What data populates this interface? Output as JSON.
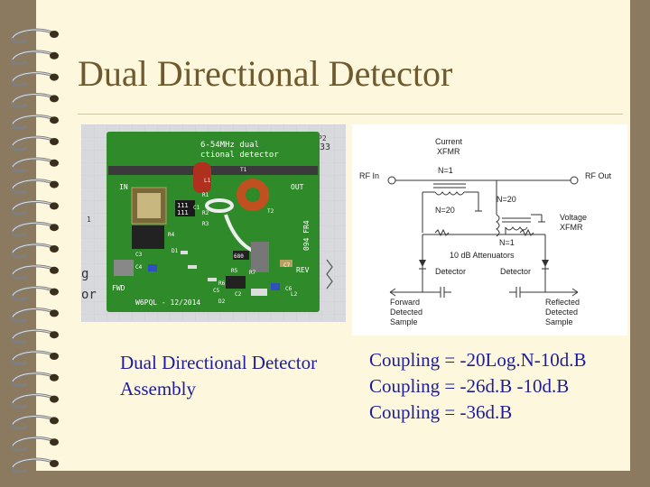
{
  "slide": {
    "title": "Dual Directional Detector"
  },
  "photo": {
    "board_title_line1": "6-54MHz dual",
    "board_title_line2": "ctional detector",
    "label_in": "IN",
    "label_out": "OUT",
    "label_fwd": "FWD",
    "label_rev": "REV",
    "label_author": "W6PQL - 12/2014",
    "label_p2": "P2",
    "label_33": "33",
    "label_part": "094 FR4",
    "chip_marking": "111",
    "component_marking": "680",
    "designators": [
      "C1",
      "R1",
      "R2",
      "R3",
      "R4",
      "D1",
      "C3",
      "C4",
      "L1",
      "R5",
      "R6",
      "R7",
      "C5",
      "C7",
      "D2",
      "L2",
      "C2",
      "C6",
      "T1",
      "T2"
    ],
    "background_text": [
      "g",
      "or",
      "1"
    ]
  },
  "schematic": {
    "current_xfmr_line1": "Current",
    "current_xfmr_line2": "XFMR",
    "rf_in": "RF In",
    "rf_out": "RF Out",
    "n1_top": "N=1",
    "n20_left": "N=20",
    "n20_right": "N=20",
    "voltage_xfmr_line1": "Voltage",
    "voltage_xfmr_line2": "XFMR",
    "n1_bottom": "N=1",
    "attenuators": "10 dB Attenuators",
    "detector_left": "Detector",
    "detector_right": "Detector",
    "forward_line1": "Forward",
    "forward_line2": "Detected",
    "forward_line3": "Sample",
    "reflected_line1": "Reflected",
    "reflected_line2": "Detected",
    "reflected_line3": "Sample"
  },
  "caption": {
    "line1": "Dual Directional Detector",
    "line2": "Assembly"
  },
  "coupling": {
    "line1": "Coupling = -20Log.N-10d.B",
    "line2": "Coupling = -26d.B -10d.B",
    "line3": "Coupling = -36d.B"
  },
  "colors": {
    "background": "#8b7a60",
    "paper": "#fdf7dd",
    "title": "#6e5a2c",
    "body_text": "#1d1d9a",
    "pcb": "#2f8a2a"
  }
}
